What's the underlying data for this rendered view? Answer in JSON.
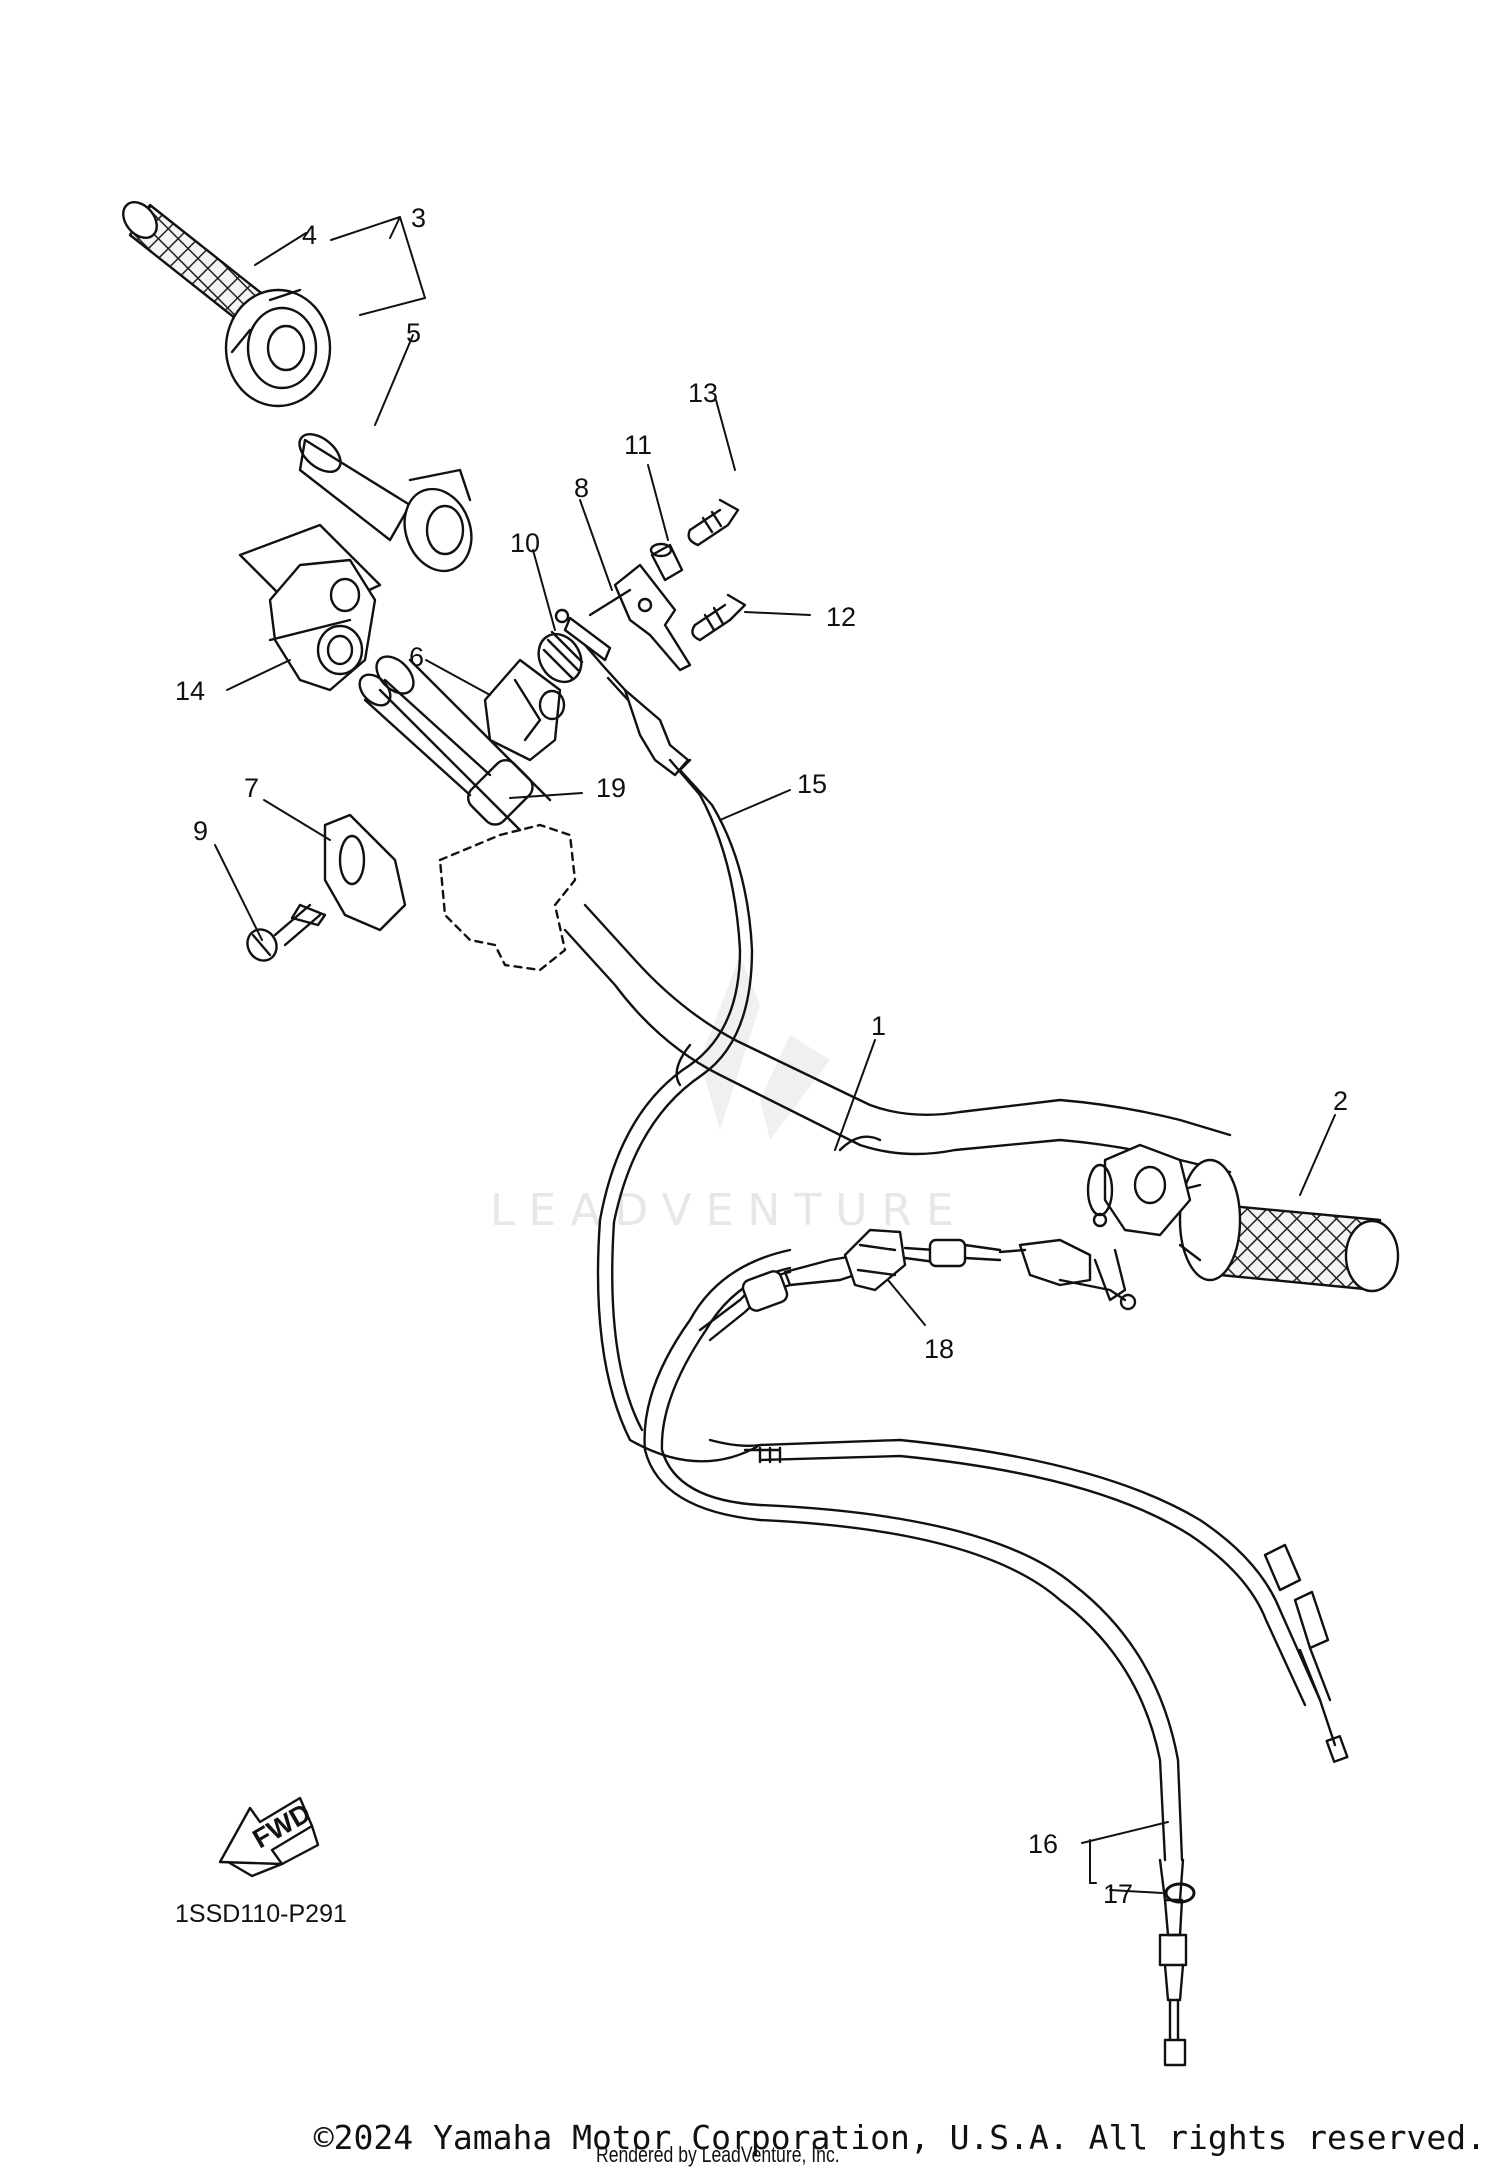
{
  "diagram": {
    "callouts": {
      "c1": "1",
      "c2": "2",
      "c3": "3",
      "c4": "4",
      "c5": "5",
      "c6": "6",
      "c7": "7",
      "c8": "8",
      "c9": "9",
      "c10": "10",
      "c11": "11",
      "c12": "12",
      "c13": "13",
      "c14": "14",
      "c15": "15",
      "c16": "16",
      "c17": "17",
      "c18": "18",
      "c19": "19"
    },
    "fwd_label": "FWD",
    "diagram_code": "1SSD110-P291",
    "watermark": "LEADVENTURE"
  },
  "footer": {
    "copyright": "©2024 Yamaha Motor Corporation, U.S.A. All rights reserved.",
    "rendered_by": "Rendered by LeadVenture, Inc."
  }
}
